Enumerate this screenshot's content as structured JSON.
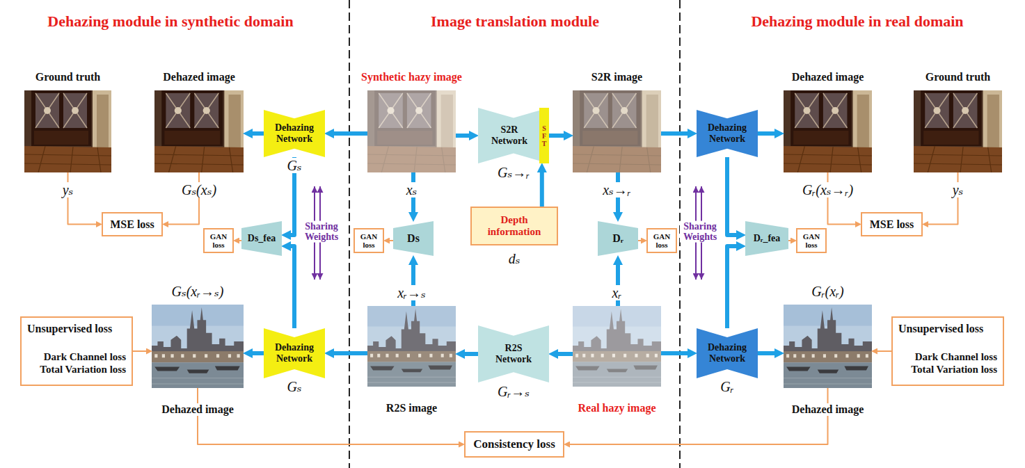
{
  "diagram": {
    "nodes": [
      {
        "text": [
          "Ground truth",
          "yₛ"
        ]
      },
      {
        "text": [
          "Dehazed image",
          "Gₛ(xₛ)"
        ]
      },
      {
        "text": [
          "Dehazing Network",
          "Gₛ"
        ]
      },
      {
        "text": [
          "Synthetic hazy image",
          "xₛ"
        ]
      },
      {
        "text": [
          "S2R Network",
          "Gₛ→ᵣ"
        ]
      },
      {
        "text": [
          "SFT"
        ],
        "in": 4
      },
      {
        "text": [
          "S2R image",
          "xₛ→ᵣ"
        ]
      },
      {
        "text": [
          "Dehazing Network"
        ]
      },
      {
        "text": [
          "Dehazed image",
          "Gᵣ(xₛ→ᵣ)"
        ]
      },
      {
        "text": [
          "Ground truth",
          "yₛ"
        ]
      },
      {
        "text": [
          "MSE loss"
        ]
      },
      {
        "text": [
          "GAN loss"
        ]
      },
      {
        "text": [
          "Ds_fea"
        ]
      },
      {
        "text": [
          "GAN loss"
        ]
      },
      {
        "text": [
          "Ds"
        ]
      },
      {
        "text": [
          "Depth information",
          "dₛ"
        ]
      },
      {
        "text": [
          "Dᵣ"
        ]
      },
      {
        "text": [
          "GAN loss"
        ]
      },
      {
        "text": [
          "Dᵣ_fea"
        ]
      },
      {
        "text": [
          "GAN loss"
        ]
      },
      {
        "text": [
          "MSE loss"
        ]
      },
      {
        "text": [
          "Gₛ(xᵣ→ₛ)",
          "Dehazed image"
        ]
      },
      {
        "text": [
          "Unsupervised loss",
          "Dark Channel loss",
          "Total Variation loss"
        ]
      },
      {
        "text": [
          "Dehazing Network",
          "Gₛ"
        ]
      },
      {
        "text": [
          "xᵣ→ₛ",
          "R2S image"
        ]
      },
      {
        "text": [
          "R2S Network",
          "Gᵣ→ₛ"
        ]
      },
      {
        "text": [
          "xᵣ",
          "Real hazy image"
        ]
      },
      {
        "text": [
          "Dehazing Network",
          "Gᵣ"
        ]
      },
      {
        "text": [
          "Gᵣ(xᵣ)",
          "Dehazed image"
        ]
      },
      {
        "text": [
          "Unsupervised loss",
          "Dark Channel loss",
          "Total Variation loss"
        ]
      },
      {
        "text": [
          "Consistency loss"
        ]
      }
    ],
    "edges": [
      {
        "from": 3,
        "to": 2,
        "arrow": "to"
      },
      {
        "from": 2,
        "to": 1,
        "arrow": "to"
      },
      {
        "from": 3,
        "to": 4,
        "arrow": "to"
      },
      {
        "from": 4,
        "to": 6,
        "arrow": "to"
      },
      {
        "from": 15,
        "to": 4,
        "arrow": "to"
      },
      {
        "from": 6,
        "to": 7,
        "arrow": "to"
      },
      {
        "from": 7,
        "to": 8,
        "arrow": "to"
      },
      {
        "from": 0,
        "to": 10,
        "arrow": "to"
      },
      {
        "from": 1,
        "to": 10,
        "arrow": "to"
      },
      {
        "from": 8,
        "to": 20,
        "arrow": "to"
      },
      {
        "from": 9,
        "to": 20,
        "arrow": "to"
      },
      {
        "from": 2,
        "to": 12,
        "arrow": "to"
      },
      {
        "from": 23,
        "to": 12,
        "arrow": "to"
      },
      {
        "from": 12,
        "to": 11,
        "arrow": "to"
      },
      {
        "from": 3,
        "to": 14,
        "arrow": "to"
      },
      {
        "from": 24,
        "to": 14,
        "arrow": "to"
      },
      {
        "from": 14,
        "to": 13,
        "arrow": "to"
      },
      {
        "from": 6,
        "to": 16,
        "arrow": "to"
      },
      {
        "from": 26,
        "to": 16,
        "arrow": "to"
      },
      {
        "from": 16,
        "to": 17,
        "arrow": "to"
      },
      {
        "from": 7,
        "to": 18,
        "arrow": "to"
      },
      {
        "from": 27,
        "to": 18,
        "arrow": "to"
      },
      {
        "from": 18,
        "to": 19,
        "arrow": "to"
      },
      {
        "from": 26,
        "to": 25,
        "arrow": "to"
      },
      {
        "from": 25,
        "to": 24,
        "arrow": "to"
      },
      {
        "from": 24,
        "to": 23,
        "arrow": "to"
      },
      {
        "from": 23,
        "to": 21,
        "arrow": "to"
      },
      {
        "from": 22,
        "to": 21,
        "arrow": "to"
      },
      {
        "from": 26,
        "to": 27,
        "arrow": "to"
      },
      {
        "from": 27,
        "to": 28,
        "arrow": "to"
      },
      {
        "from": 29,
        "to": 28,
        "arrow": "to"
      },
      {
        "from": 21,
        "to": 30,
        "arrow": "to"
      },
      {
        "from": 28,
        "to": 30,
        "arrow": "to"
      }
    ],
    "labels": [
      "Dehazing module in synthetic domain",
      "Image translation module",
      "Dehazing module in real domain",
      "Sharing Weights",
      "Sharing Weights"
    ]
  }
}
